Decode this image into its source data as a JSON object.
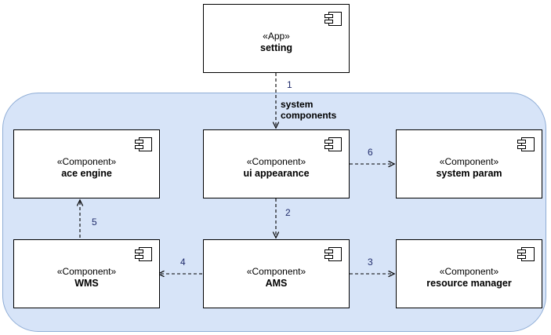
{
  "diagram": {
    "title": "system components",
    "package": {
      "label": "system\ncomponents",
      "fill": "#d7e4f8",
      "stroke": "#8fadd6"
    }
  },
  "nodes": [
    {
      "id": "setting",
      "stereotype": "«App»",
      "name": "setting",
      "icon": "component-icon"
    },
    {
      "id": "ace-engine",
      "stereotype": "«Component»",
      "name": "ace engine",
      "icon": "component-icon"
    },
    {
      "id": "ui-appearance",
      "stereotype": "«Component»",
      "name": "ui appearance",
      "icon": "component-icon"
    },
    {
      "id": "system-param",
      "stereotype": "«Component»",
      "name": "system param",
      "icon": "component-icon"
    },
    {
      "id": "wms",
      "stereotype": "«Component»",
      "name": "WMS",
      "icon": "component-icon"
    },
    {
      "id": "ams",
      "stereotype": "«Component»",
      "name": "AMS",
      "icon": "component-icon"
    },
    {
      "id": "resource-manager",
      "stereotype": "«Component»",
      "name": "resource manager",
      "icon": "component-icon"
    }
  ],
  "edges": [
    {
      "id": "e1",
      "label": "1",
      "from": "setting",
      "to": "ui-appearance",
      "style": "dashed",
      "direction": "down"
    },
    {
      "id": "e2",
      "label": "2",
      "from": "ui-appearance",
      "to": "ams",
      "style": "dashed",
      "direction": "down"
    },
    {
      "id": "e3",
      "label": "3",
      "from": "ams",
      "to": "resource-manager",
      "style": "dashed",
      "direction": "right"
    },
    {
      "id": "e4",
      "label": "4",
      "from": "ams",
      "to": "wms",
      "style": "dashed",
      "direction": "left"
    },
    {
      "id": "e5",
      "label": "5",
      "from": "wms",
      "to": "ace-engine",
      "style": "dashed",
      "direction": "up"
    },
    {
      "id": "e6",
      "label": "6",
      "from": "ui-appearance",
      "to": "system-param",
      "style": "dashed",
      "direction": "right"
    }
  ],
  "colors": {
    "edge_label": "#1f2b6b",
    "node_fill": "#ffffff",
    "node_stroke": "#000000",
    "page_background": "#ffffff"
  }
}
